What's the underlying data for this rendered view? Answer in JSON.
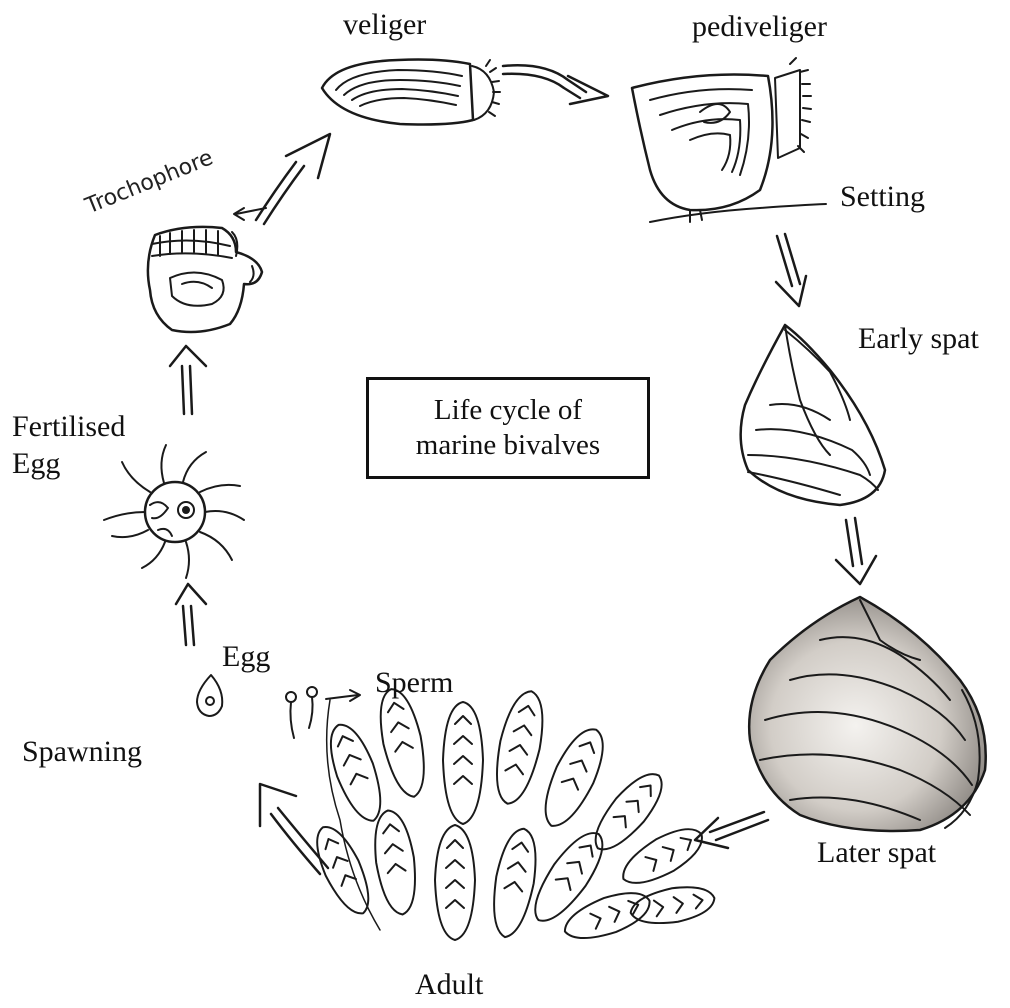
{
  "title": {
    "line1": "Life cycle of",
    "line2": "marine bivalves"
  },
  "labels": {
    "veliger": "veliger",
    "pediveliger": "pediveliger",
    "setting": "Setting",
    "early_spat": "Early spat",
    "later_spat": "Later spat",
    "adult": "Adult",
    "sperm": "Sperm",
    "egg": "Egg",
    "spawning": "Spawning",
    "fertilised_line1": "Fertilised",
    "fertilised_line2": "Egg",
    "trochophore": "Trochophore"
  },
  "stages": [
    "Egg",
    "Fertilised Egg",
    "Trochophore",
    "veliger",
    "pediveliger",
    "Setting",
    "Early spat",
    "Later spat",
    "Adult",
    "Spawning"
  ],
  "colors": {
    "ink": "#111111",
    "shell_shade": "#8a8580"
  }
}
